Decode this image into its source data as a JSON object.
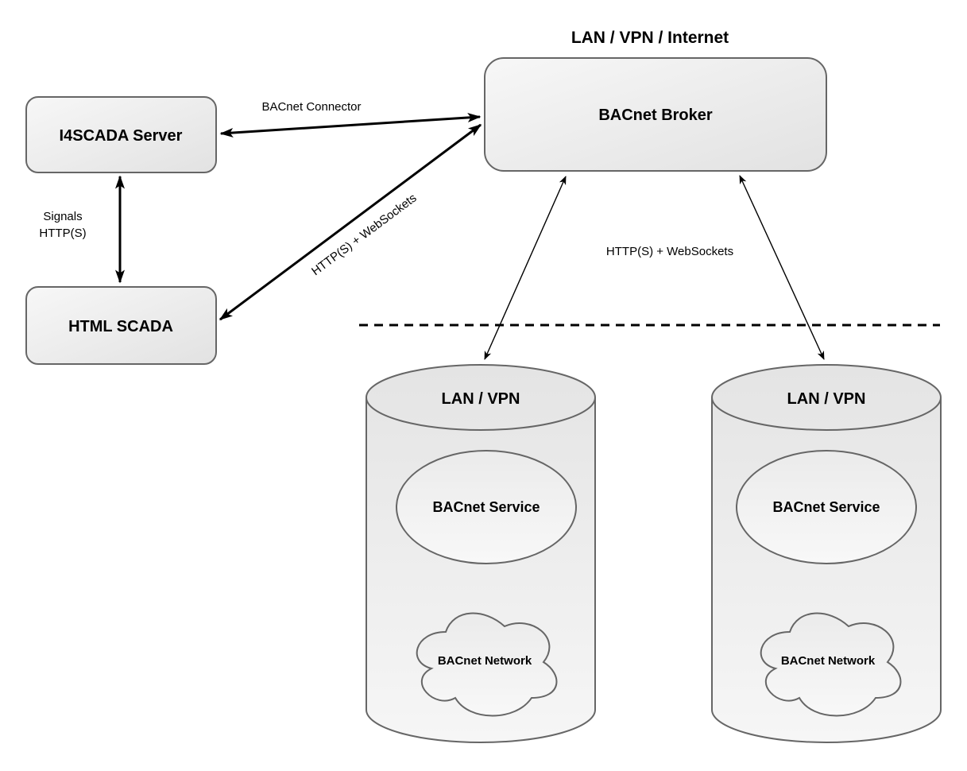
{
  "title": "LAN / VPN / Internet",
  "nodes": {
    "broker": {
      "label": "BACnet Broker"
    },
    "i4scada_server": {
      "label": "I4SCADA Server"
    },
    "html_scada": {
      "label": "HTML SCADA"
    },
    "site_left": {
      "zone": "LAN / VPN",
      "service": "BACnet Service",
      "network": "BACnet Network"
    },
    "site_right": {
      "zone": "LAN / VPN",
      "service": "BACnet Service",
      "network": "BACnet Network"
    }
  },
  "edges": {
    "bacnet_connector": {
      "label": "BACnet Connector"
    },
    "signals": {
      "label_line1": "Signals",
      "label_line2": "HTTP(S)"
    },
    "scada_websockets": {
      "label": "HTTP(S) + WebSockets"
    },
    "broker_websockets": {
      "label": "HTTP(S) + WebSockets"
    }
  },
  "colors": {
    "background": "#ffffff",
    "text": "#000000",
    "line": "#000000",
    "stroke": "#666666",
    "shape_top": "#f7f7f7",
    "shape_bottom": "#e2e2e2",
    "cylinder_top": "#e4e4e4",
    "cylinder_bottom": "#f6f6f6",
    "inner_top": "#ebebeb",
    "inner_bottom": "#f8f8f8"
  }
}
